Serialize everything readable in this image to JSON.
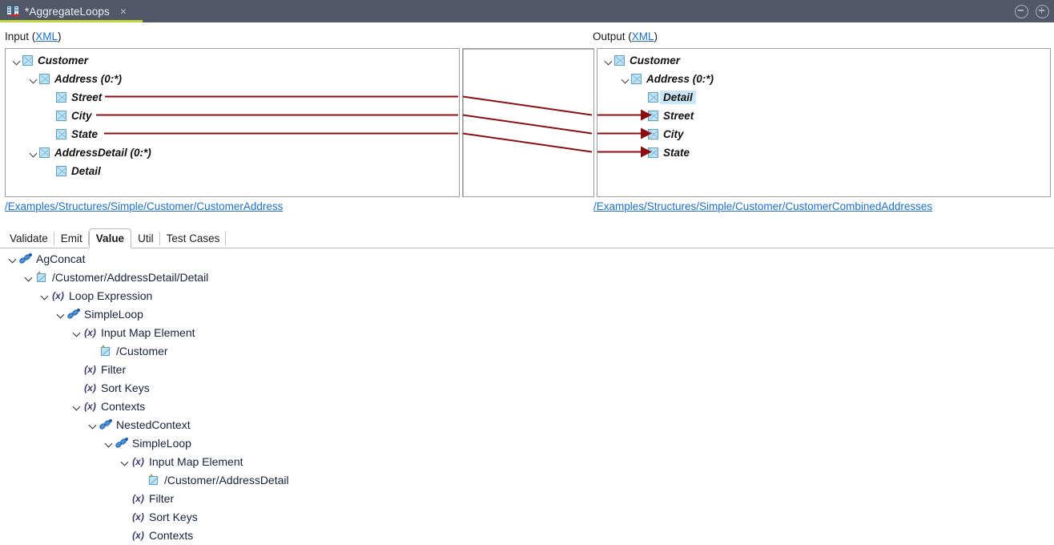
{
  "titlebar": {
    "doc_icon": "mapping-document-icon",
    "title": "*AggregateLoops",
    "close_label": "×",
    "minimize_icon": "minimize-circle-icon",
    "maximize_icon": "maximize-circle-icon"
  },
  "input_section": {
    "label": "Input (",
    "link": "XML",
    "label_end": ")",
    "path": "/Examples/Structures/Simple/Customer/CustomerAddress",
    "tree": [
      {
        "label": "Customer",
        "depth": 0,
        "expanded": true,
        "has_twisty": true,
        "selected": false
      },
      {
        "label": "Address (0:*)",
        "depth": 1,
        "expanded": true,
        "has_twisty": true,
        "selected": false
      },
      {
        "label": "Street",
        "depth": 2,
        "expanded": false,
        "has_twisty": false,
        "selected": false
      },
      {
        "label": "City",
        "depth": 2,
        "expanded": false,
        "has_twisty": false,
        "selected": false
      },
      {
        "label": "State",
        "depth": 2,
        "expanded": false,
        "has_twisty": false,
        "selected": false
      },
      {
        "label": "AddressDetail (0:*)",
        "depth": 1,
        "expanded": true,
        "has_twisty": true,
        "selected": false
      },
      {
        "label": "Detail",
        "depth": 2,
        "expanded": false,
        "has_twisty": false,
        "selected": false
      }
    ]
  },
  "output_section": {
    "label": "Output (",
    "link": "XML",
    "label_end": ")",
    "path": "/Examples/Structures/Simple/Customer/CustomerCombinedAddresses",
    "tree": [
      {
        "label": "Customer",
        "depth": 0,
        "expanded": true,
        "has_twisty": true,
        "selected": false
      },
      {
        "label": "Address (0:*)",
        "depth": 1,
        "expanded": true,
        "has_twisty": true,
        "selected": false
      },
      {
        "label": "Detail",
        "depth": 2,
        "expanded": false,
        "has_twisty": false,
        "selected": true
      },
      {
        "label": "Street",
        "depth": 2,
        "expanded": false,
        "has_twisty": false,
        "selected": false
      },
      {
        "label": "City",
        "depth": 2,
        "expanded": false,
        "has_twisty": false,
        "selected": false
      },
      {
        "label": "State",
        "depth": 2,
        "expanded": false,
        "has_twisty": false,
        "selected": false
      }
    ]
  },
  "mappings": {
    "line_color": "#8b0f11",
    "links": [
      {
        "from": "Street",
        "to": "Street"
      },
      {
        "from": "City",
        "to": "City"
      },
      {
        "from": "State",
        "to": "State"
      }
    ]
  },
  "tabs": {
    "items": [
      "Validate",
      "Emit",
      "Value",
      "Util",
      "Test Cases"
    ],
    "active": "Value"
  },
  "expression_tree": [
    {
      "label": "AgConcat",
      "depth": 0,
      "icon": "chain-icon",
      "twisty": "expanded"
    },
    {
      "label": "/Customer/AddressDetail/Detail",
      "depth": 1,
      "icon": "path-icon",
      "twisty": "expanded"
    },
    {
      "label": "Loop Expression",
      "depth": 2,
      "icon": "expression-icon",
      "twisty": "expanded"
    },
    {
      "label": "SimpleLoop",
      "depth": 3,
      "icon": "chain-icon",
      "twisty": "expanded"
    },
    {
      "label": "Input Map Element",
      "depth": 4,
      "icon": "expression-icon",
      "twisty": "expanded"
    },
    {
      "label": "/Customer",
      "depth": 5,
      "icon": "path-icon",
      "twisty": "none"
    },
    {
      "label": "Filter",
      "depth": 4,
      "icon": "expression-icon",
      "twisty": "none"
    },
    {
      "label": "Sort Keys",
      "depth": 4,
      "icon": "expression-icon",
      "twisty": "none"
    },
    {
      "label": "Contexts",
      "depth": 4,
      "icon": "expression-icon",
      "twisty": "expanded"
    },
    {
      "label": "NestedContext",
      "depth": 5,
      "icon": "chain-icon",
      "twisty": "expanded"
    },
    {
      "label": "SimpleLoop",
      "depth": 6,
      "icon": "chain-icon",
      "twisty": "expanded"
    },
    {
      "label": "Input Map Element",
      "depth": 7,
      "icon": "expression-icon",
      "twisty": "expanded"
    },
    {
      "label": "/Customer/AddressDetail",
      "depth": 8,
      "icon": "path-icon",
      "twisty": "none"
    },
    {
      "label": "Filter",
      "depth": 7,
      "icon": "expression-icon",
      "twisty": "none"
    },
    {
      "label": "Sort Keys",
      "depth": 7,
      "icon": "expression-icon",
      "twisty": "none"
    },
    {
      "label": "Contexts",
      "depth": 7,
      "icon": "expression-icon",
      "twisty": "none"
    }
  ],
  "colors": {
    "titlebar_bg": "#525868",
    "tab_accent": "#c3d642",
    "link_blue": "#1a6fd4",
    "mapping_line": "#8b0f11",
    "selection_bg": "#cbe6f8"
  }
}
